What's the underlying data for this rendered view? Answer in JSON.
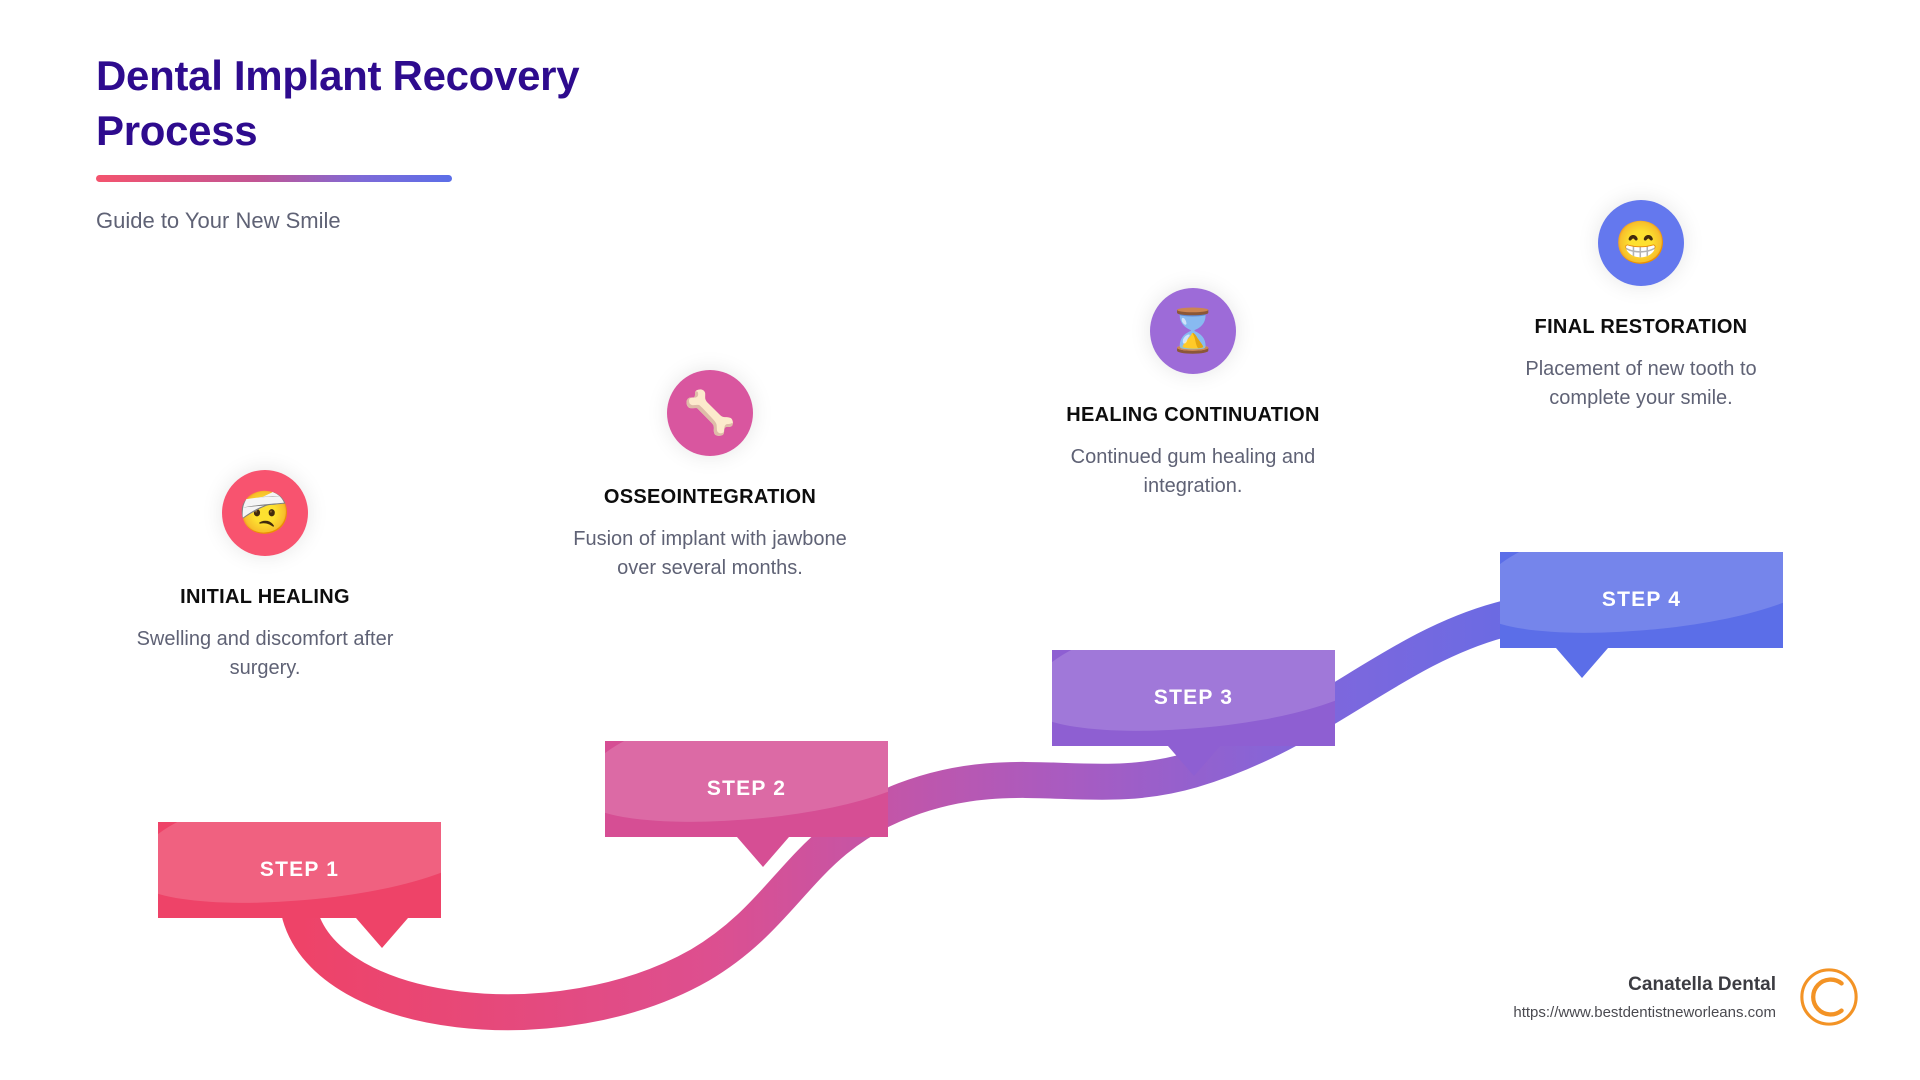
{
  "header": {
    "title": "Dental Implant Recovery Process",
    "subtitle": "Guide to Your New Smile",
    "title_color": "#2e0b8e",
    "divider_from": "#f4546e",
    "divider_to": "#5b6ee8"
  },
  "steps": [
    {
      "banner_label": "STEP 1",
      "title": "INITIAL HEALING",
      "desc": "Swelling and discomfort after surgery.",
      "icon": "head-bandage-emoji",
      "icon_glyph": "🤕",
      "circle_color": "#f8536f",
      "banner_color": "#ee4368"
    },
    {
      "banner_label": "STEP 2",
      "title": "OSSEOINTEGRATION",
      "desc": "Fusion of implant with jawbone over several months.",
      "icon": "bone-emoji",
      "icon_glyph": "🦴",
      "circle_color": "#d9569f",
      "banner_color": "#d64e94"
    },
    {
      "banner_label": "STEP 3",
      "title": "HEALING CONTINUATION",
      "desc": "Continued gum healing and integration.",
      "icon": "hourglass-emoji",
      "icon_glyph": "⌛",
      "circle_color": "#9d6bd8",
      "banner_color": "#8e5fd2"
    },
    {
      "banner_label": "STEP 4",
      "title": "FINAL RESTORATION",
      "desc": "Placement of new tooth to complete your smile.",
      "icon": "grinning-face-emoji",
      "icon_glyph": "😁",
      "circle_color": "#6478ee",
      "banner_color": "#5b6ee8"
    }
  ],
  "footer": {
    "brand_name": "Canatella Dental",
    "brand_url": "https://www.bestdentistneworleans.com",
    "logo_icon": "c-letter-logo",
    "logo_color": "#f39325"
  }
}
